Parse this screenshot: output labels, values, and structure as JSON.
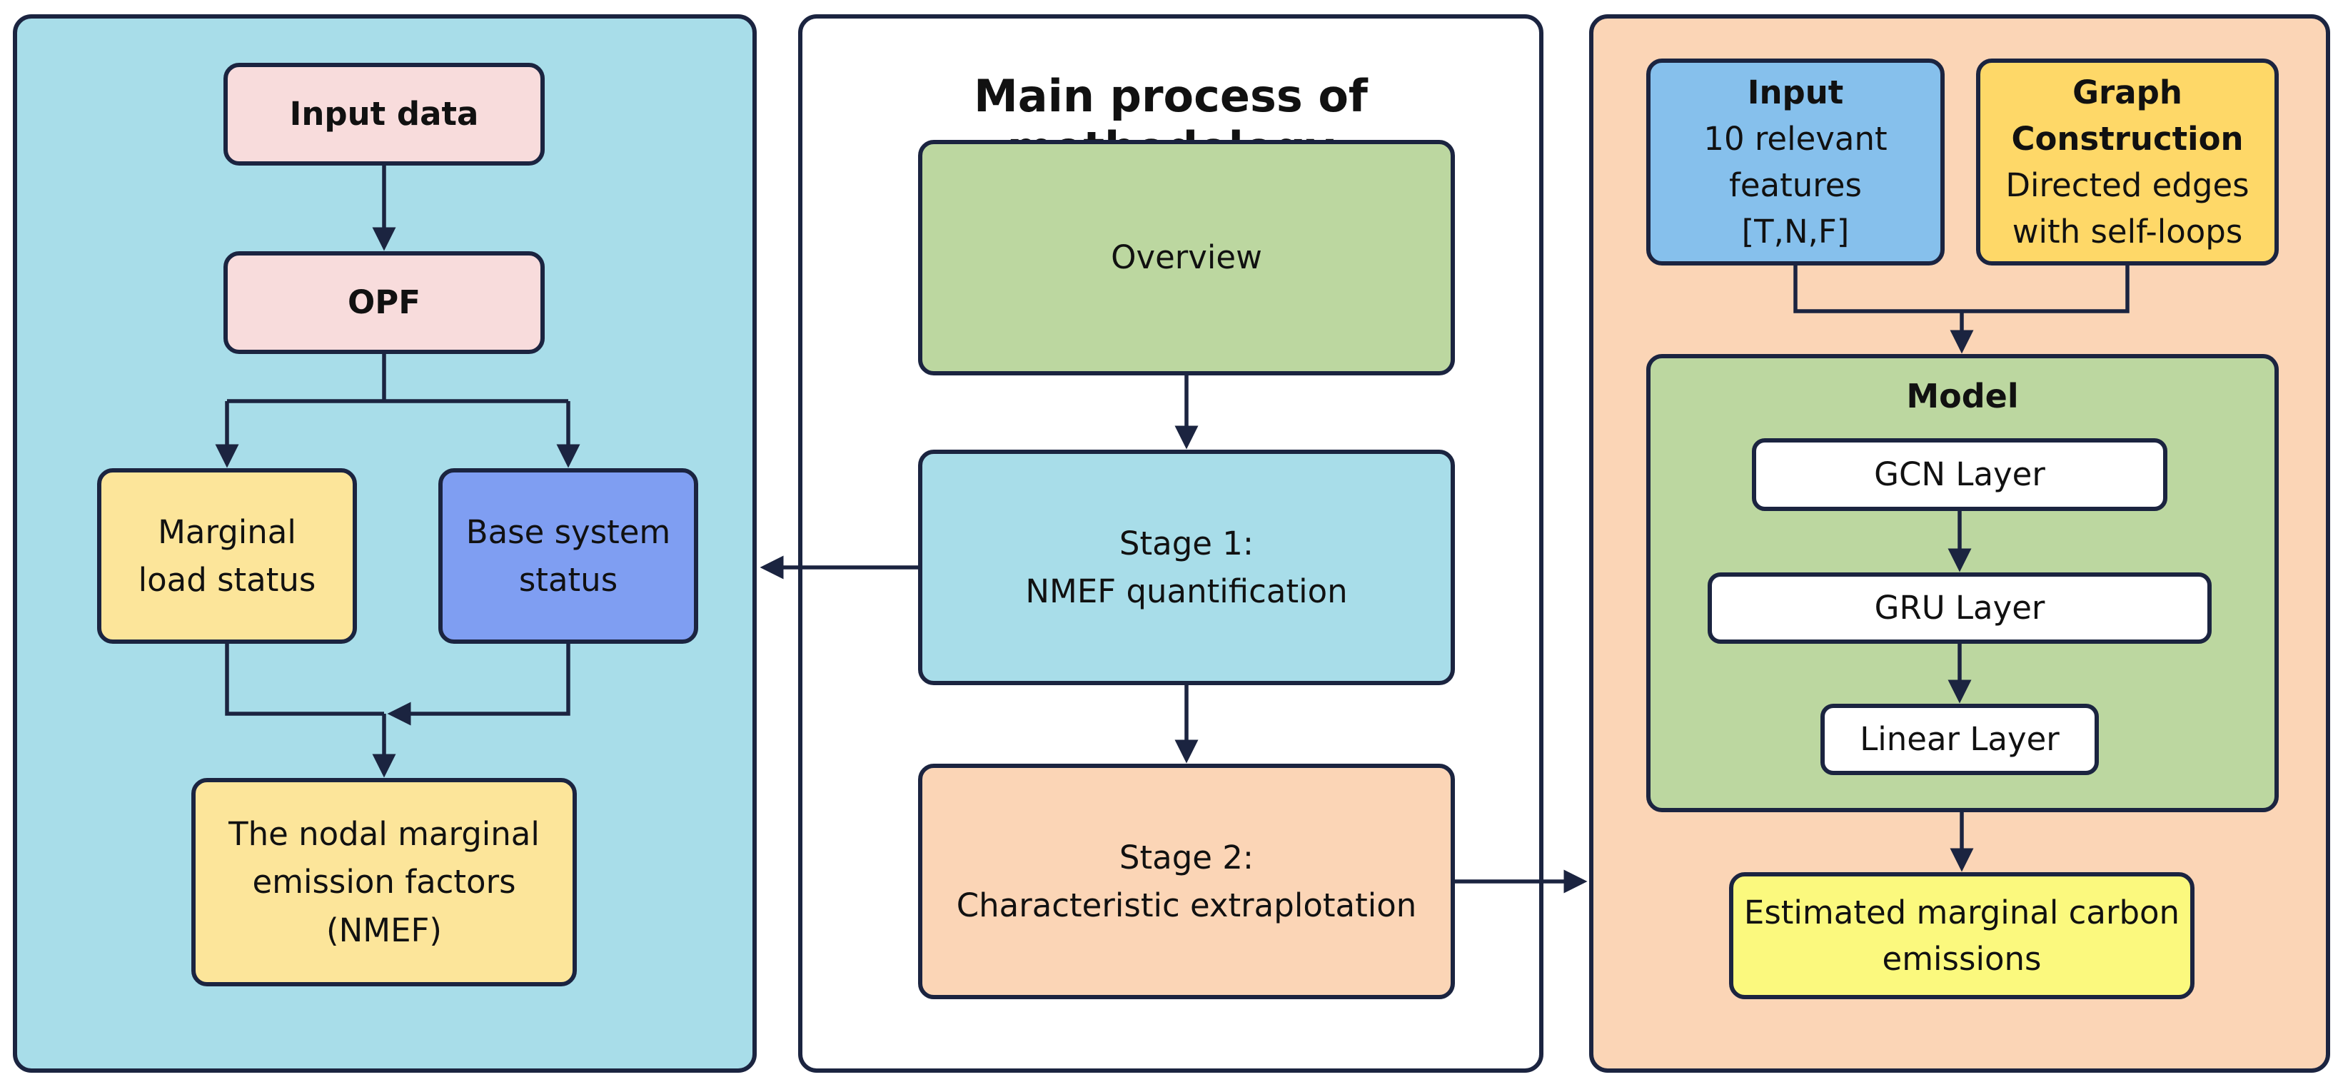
{
  "colors": {
    "outline": "#1b2440",
    "left_panel": "#a8dde9",
    "middle_panel": "#ffffff",
    "right_panel": "#fbd5b6",
    "pink": "#f8dcdc",
    "yellow": "#fce59a",
    "blue": "#7f9ef2",
    "green": "#bcd7a0",
    "cyan": "#a8dde9",
    "peach": "#fbd5b6",
    "input_blue": "#86c0ec",
    "graph_yellow": "#fed868",
    "model_green": "#bcd7a0",
    "white": "#ffffff",
    "bright_yellow": "#fbf97e"
  },
  "left": {
    "input_data": "Input data",
    "opf": "OPF",
    "marginal_load": [
      "Marginal",
      "load status"
    ],
    "base_system": [
      "Base system",
      "status"
    ],
    "nmef": [
      "The nodal marginal",
      "emission factors",
      "(NMEF)"
    ]
  },
  "middle": {
    "title": "Main process of methodology",
    "overview": "Overview",
    "stage1": [
      "Stage 1:",
      "NMEF quantification"
    ],
    "stage2": [
      "Stage 2:",
      "Characteristic extraplotation"
    ]
  },
  "right": {
    "input": {
      "title": "Input",
      "lines": [
        "10 relevant",
        "features",
        "[T,N,F]"
      ]
    },
    "graph": {
      "title": [
        "Graph",
        "Construction"
      ],
      "lines": [
        "Directed edges",
        "with self-loops"
      ]
    },
    "model": {
      "title": "Model",
      "gcn": "GCN Layer",
      "gru": "GRU Layer",
      "linear": "Linear Layer"
    },
    "output": [
      "Estimated marginal carbon",
      "emissions"
    ]
  }
}
